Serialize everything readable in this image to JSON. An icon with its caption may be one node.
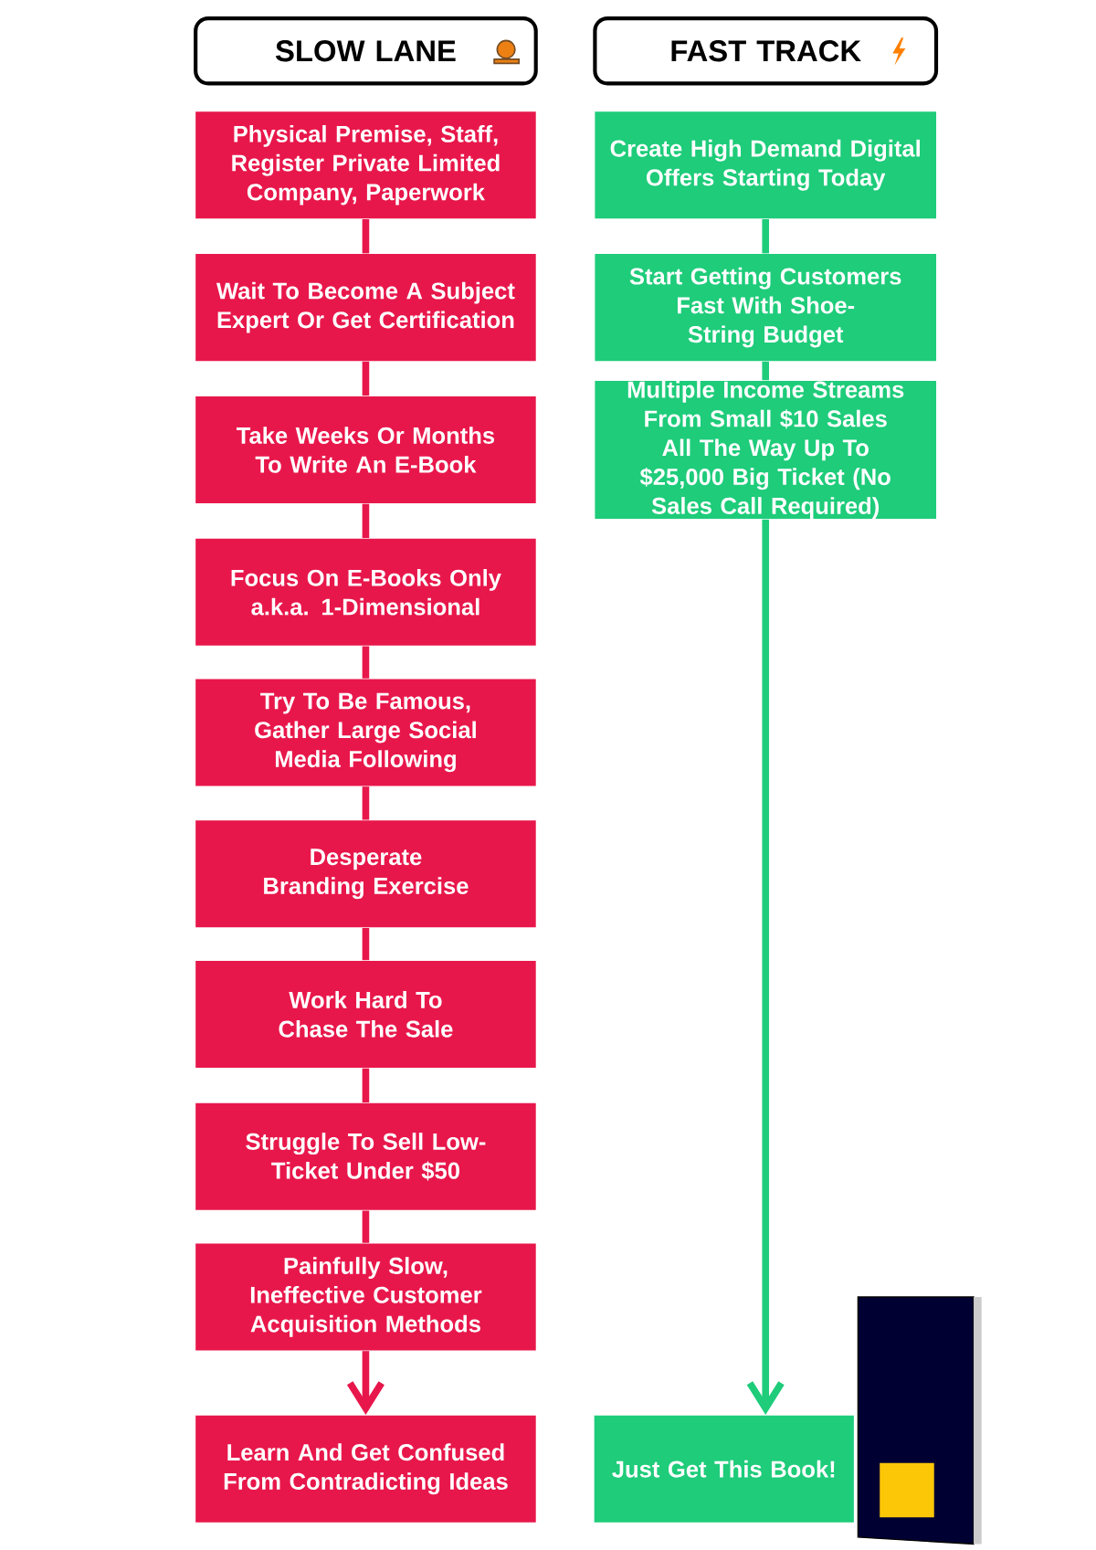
{
  "diagram": {
    "nodes": [
      {
        "text": [
          "SLOW LANE"
        ]
      },
      {
        "text": [
          "FAST TRACK"
        ]
      },
      {
        "text": [
          "Physical Premise, Staff, Register Private Limited Company, Paperwork"
        ]
      },
      {
        "text": [
          "Wait To Become A Subject Expert Or Get Certification"
        ]
      },
      {
        "text": [
          "Take Weeks Or Months To Write An E-Book"
        ]
      },
      {
        "text": [
          "Focus On E-Books Only a.k.a. 1-Dimensional"
        ]
      },
      {
        "text": [
          "Try To Be Famous, Gather Large Social Media Following"
        ]
      },
      {
        "text": [
          "Desperate Branding Exercise"
        ]
      },
      {
        "text": [
          "Work Hard To Chase The Sale"
        ]
      },
      {
        "text": [
          "Struggle To Sell Low-Ticket Under $50"
        ]
      },
      {
        "text": [
          "Painfully Slow, Ineffective Customer Acquisition Methods"
        ]
      },
      {
        "text": [
          "Learn And Get Confused From Contradicting Ideas"
        ]
      },
      {
        "text": [
          "Create High Demand Digital Offers Starting Today"
        ]
      },
      {
        "text": [
          "Start Getting Customers Fast With Shoe-String Budget"
        ]
      },
      {
        "text": [
          "Multiple Income Streams From Small $10 Sales All The Way Up To $25,000 Big Ticket (No Sales Call Required)"
        ]
      },
      {
        "text": [
          "Just Get This Book!"
        ]
      }
    ],
    "edges": [
      {
        "from": 2,
        "to": 3,
        "arrow": "none"
      },
      {
        "from": 3,
        "to": 4,
        "arrow": "none"
      },
      {
        "from": 4,
        "to": 5,
        "arrow": "none"
      },
      {
        "from": 5,
        "to": 6,
        "arrow": "none"
      },
      {
        "from": 6,
        "to": 7,
        "arrow": "none"
      },
      {
        "from": 7,
        "to": 8,
        "arrow": "none"
      },
      {
        "from": 8,
        "to": 9,
        "arrow": "none"
      },
      {
        "from": 9,
        "to": 10,
        "arrow": "none"
      },
      {
        "from": 10,
        "to": 11,
        "arrow": "to"
      },
      {
        "from": 12,
        "to": 13,
        "arrow": "none",
        "color": "#1ecc7a"
      },
      {
        "from": 13,
        "to": 14,
        "arrow": "none",
        "color": "#1ecc7a"
      },
      {
        "from": 14,
        "to": 15,
        "arrow": "to",
        "color": "#1ecc7a"
      }
    ]
  }
}
